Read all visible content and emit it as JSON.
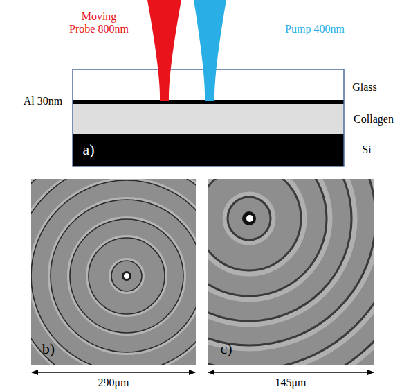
{
  "diagram": {
    "labels": [
      "Moving Probe 800nm",
      "Pump 400nm",
      "Glass",
      "Al 30nm",
      "Collagen",
      "Si",
      "a)",
      "b)",
      "c)",
      "290μm",
      "145μm"
    ]
  }
}
